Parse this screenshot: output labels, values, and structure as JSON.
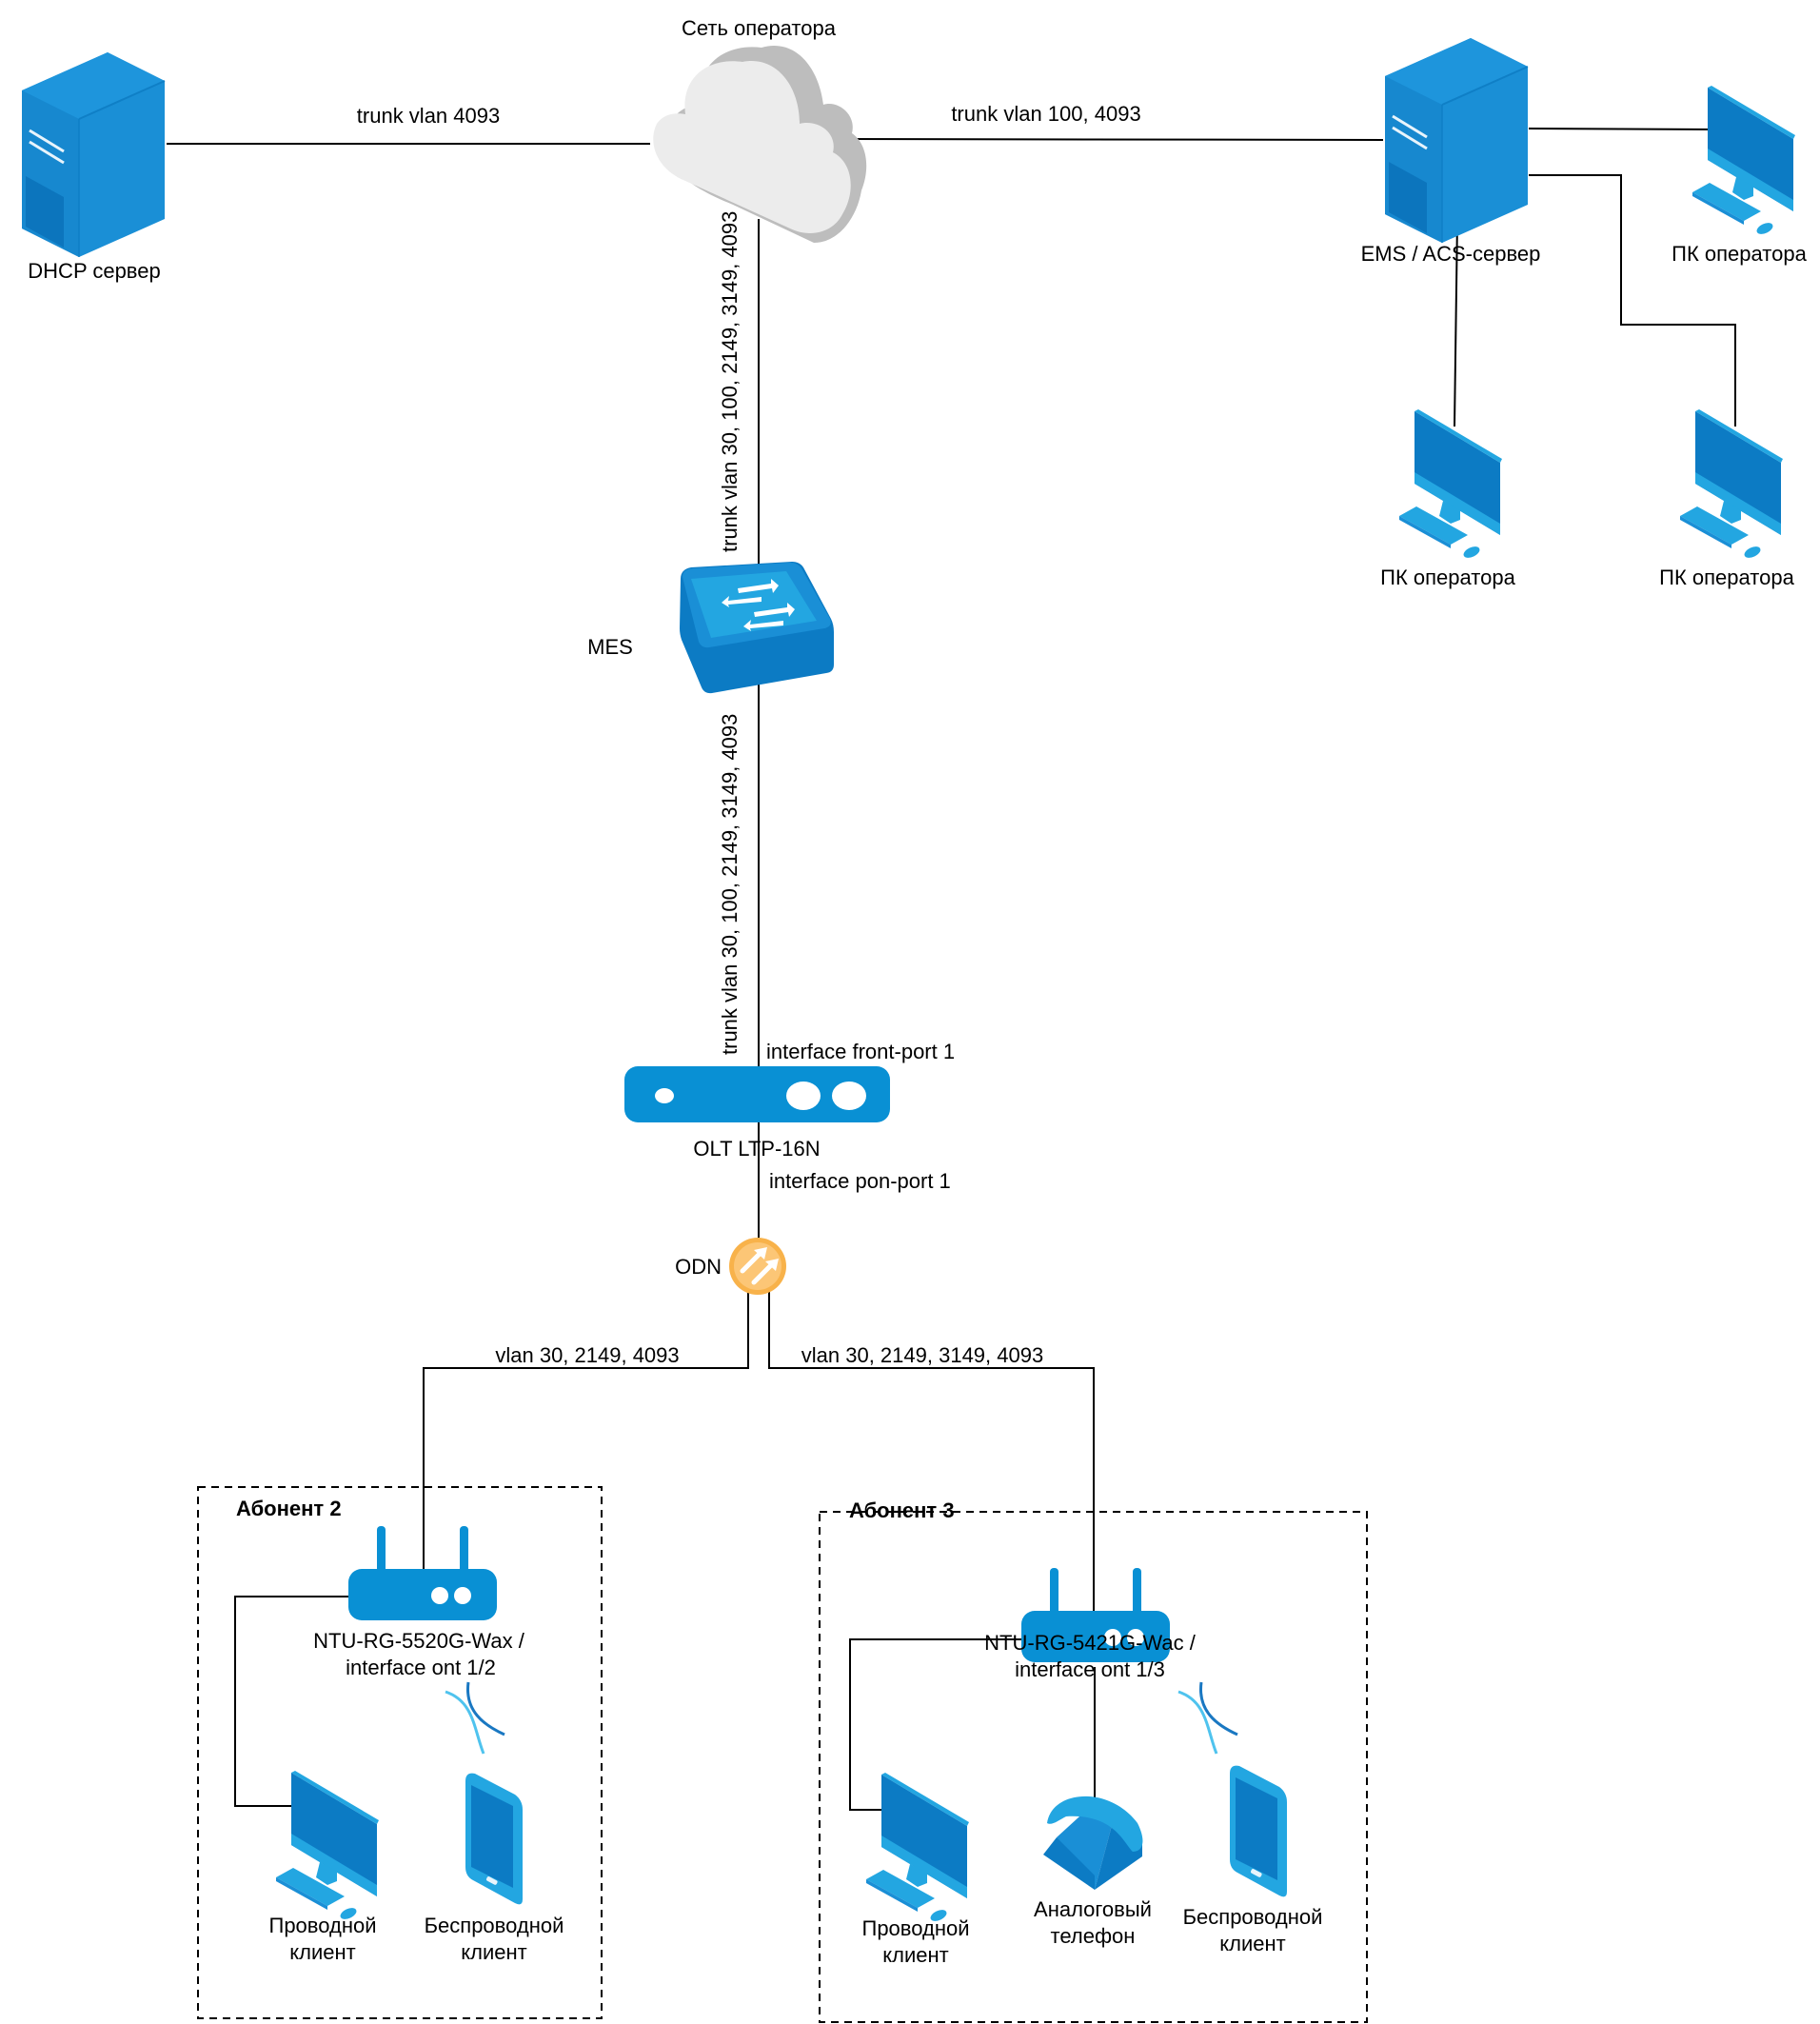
{
  "colors": {
    "device_blue": "#1a8fd6",
    "device_blue_dark": "#0c7bc4",
    "device_blue_light": "#23a6e1",
    "cloud_light": "#ececec",
    "cloud_shadow": "#bdbdbd",
    "odn_orange": "#f8b24a",
    "odn_orange_light": "#fcc676",
    "wire": "#000000"
  },
  "nodes": {
    "cloud": {
      "label": "Сеть оператора",
      "icon": "cloud-icon"
    },
    "dhcp": {
      "label": "DHCP сервер",
      "icon": "server-icon"
    },
    "ems": {
      "label": "EMS / ACS-сервер",
      "icon": "server-icon"
    },
    "pc_op_1": {
      "label": "ПК оператора",
      "icon": "desktop-pc-icon"
    },
    "pc_op_2": {
      "label": "ПК оператора",
      "icon": "desktop-pc-icon"
    },
    "pc_op_3": {
      "label": "ПК оператора",
      "icon": "desktop-pc-icon"
    },
    "mes": {
      "label": "MES",
      "icon": "switch-icon"
    },
    "olt": {
      "label": "OLT LTP-16N",
      "icon": "olt-icon"
    },
    "odn": {
      "label": "ODN",
      "icon": "splitter-icon"
    }
  },
  "links": {
    "dhcp_cloud": "trunk vlan 4093",
    "cloud_ems": "trunk vlan 100, 4093",
    "cloud_mes": "trunk vlan 30, 100, 2149, 3149, 4093",
    "mes_olt": "trunk vlan 30, 100, 2149, 3149, 4093",
    "olt_front_port": "interface front-port 1",
    "olt_pon_port": "interface pon-port 1",
    "odn_ab2": "vlan 30, 2149, 4093",
    "odn_ab3": "vlan 30, 2149, 3149, 4093"
  },
  "subscribers": [
    {
      "title": "Абонент 2",
      "ont_line1": "NTU-RG-5520G-Wax /",
      "ont_line2": "interface ont 1/2",
      "wired_line1": "Проводной",
      "wired_line2": "клиент",
      "wireless_line1": "Беспроводной",
      "wireless_line2": "клиент"
    },
    {
      "title": "Абонент 3",
      "ont_line1": "NTU-RG-5421G-Wac /",
      "ont_line2": "interface ont 1/3",
      "wired_line1": "Проводной",
      "wired_line2": "клиент",
      "phone_line1": "Аналоговый",
      "phone_line2": "телефон",
      "wireless_line1": "Беспроводной",
      "wireless_line2": "клиент"
    }
  ]
}
